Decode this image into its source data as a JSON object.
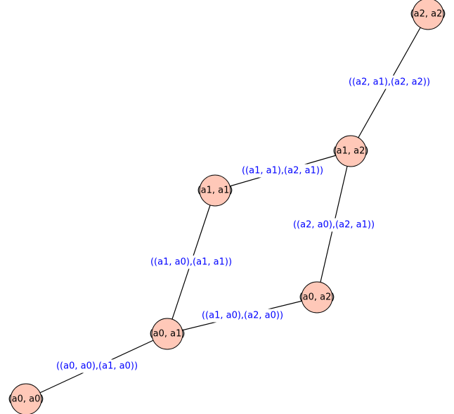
{
  "graph": {
    "colors": {
      "node_fill": "#ffc8b8",
      "node_stroke": "#000000",
      "edge": "#000000",
      "edge_label": "#0000ff"
    },
    "nodes": [
      {
        "id": "a0a0",
        "label": "(a0, a0)"
      },
      {
        "id": "a0a1",
        "label": "(a0, a1)"
      },
      {
        "id": "a1a1",
        "label": "(a1, a1)"
      },
      {
        "id": "a0a2",
        "label": "(a0, a2)"
      },
      {
        "id": "a1a2",
        "label": "(a1, a2)"
      },
      {
        "id": "a2a2",
        "label": "(a2, a2)"
      }
    ],
    "edges": [
      {
        "from": "a0a0",
        "to": "a0a1",
        "label": "((a0, a0),(a1, a0))"
      },
      {
        "from": "a0a1",
        "to": "a1a1",
        "label": "((a1, a0),(a1, a1))"
      },
      {
        "from": "a0a1",
        "to": "a0a2",
        "label": "((a1, a0),(a2, a0))"
      },
      {
        "from": "a1a1",
        "to": "a1a2",
        "label": "((a1, a1),(a2, a1))"
      },
      {
        "from": "a0a2",
        "to": "a1a2",
        "label": "((a2, a0),(a2, a1))"
      },
      {
        "from": "a1a2",
        "to": "a2a2",
        "label": "((a2, a1),(a2, a2))"
      }
    ]
  }
}
